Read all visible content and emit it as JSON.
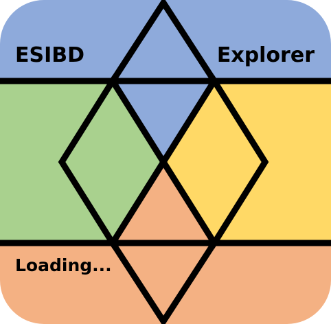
{
  "app": {
    "name_left": "ESIBD",
    "name_right": "Explorer"
  },
  "status": {
    "text": "Loading..."
  },
  "colors": {
    "top_band": "#8eaadb",
    "left_band": "#a9d18e",
    "right_band": "#ffd966",
    "bottom_band": "#f4b183",
    "outline": "#000000"
  }
}
